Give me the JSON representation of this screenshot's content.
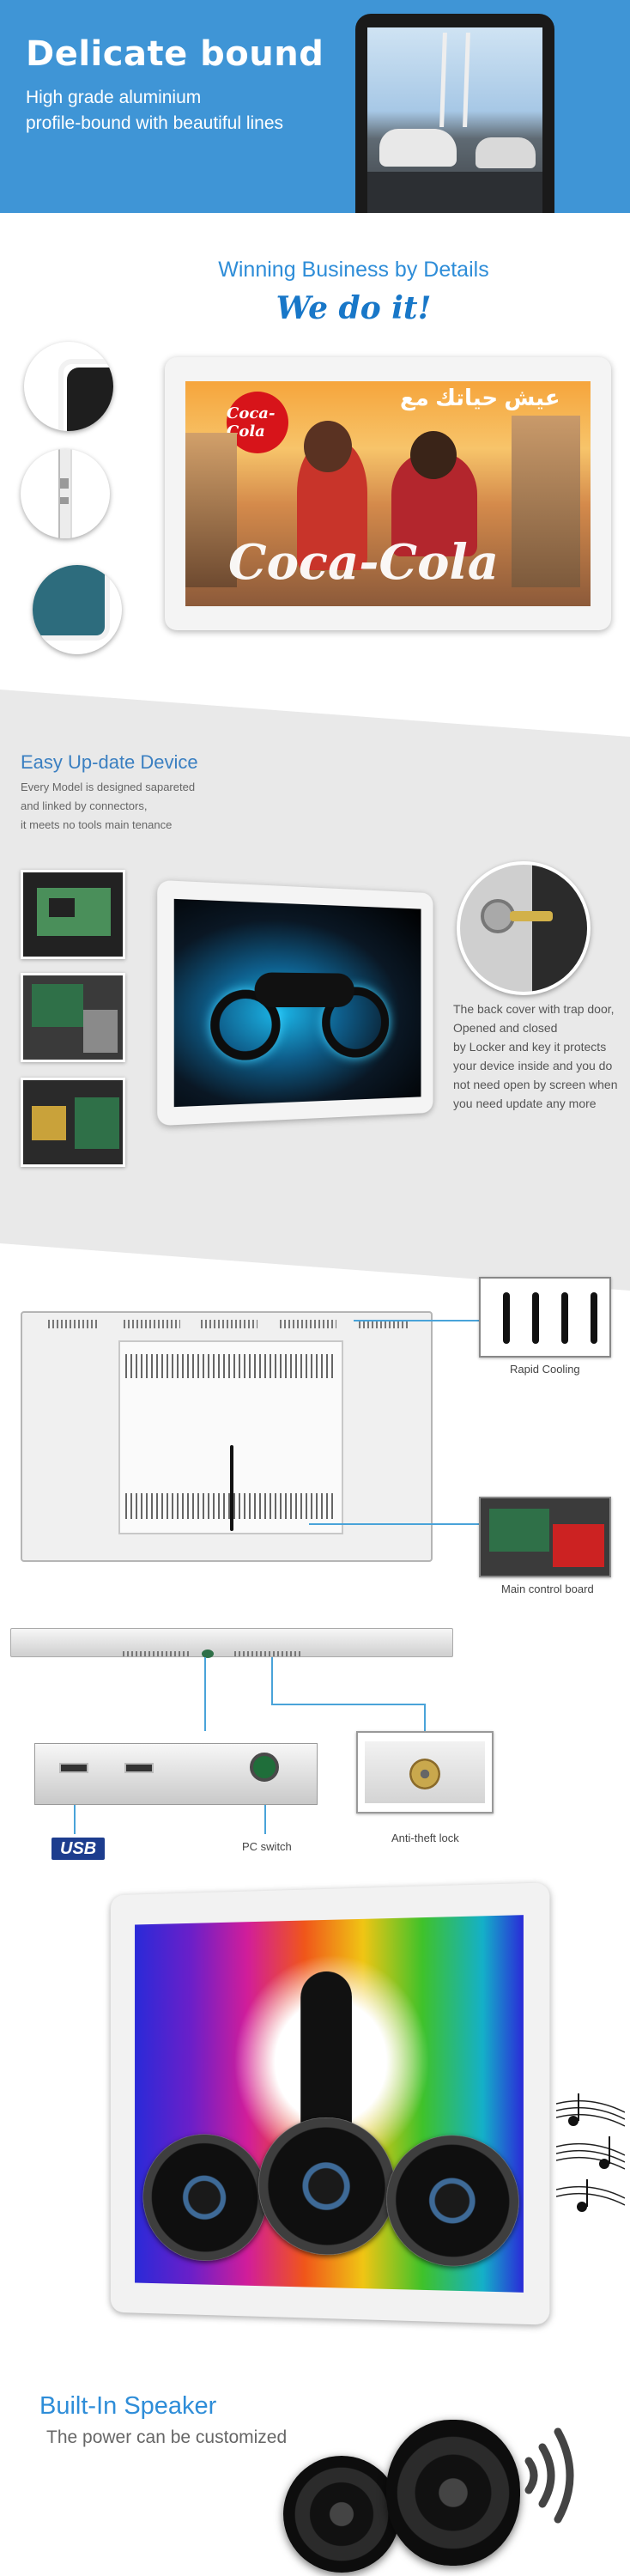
{
  "banner": {
    "title": "Delicate bound",
    "line1": "High grade aluminium",
    "line2": "profile-bound with beautiful lines"
  },
  "details": {
    "heading": "Winning Business by Details",
    "tagline": "We do it!",
    "ad_arabic": "عيش حياتك مع",
    "ad_logo": "Coca-Cola",
    "ad_big": "Coca-Cola"
  },
  "update": {
    "title": "Easy Up-date Device",
    "desc": [
      "Every Model is designed sapareted",
      "and linked by connectors,",
      "it meets no tools main tenance"
    ],
    "lock_desc": [
      "The back cover with trap door,",
      "Opened and closed",
      "by Locker and key it protects",
      "your device inside and you do",
      "not need open by screen when",
      "you need update any more"
    ]
  },
  "back_panel": {
    "rapid_cooling": "Rapid Cooling",
    "main_board": "Main control board"
  },
  "ports": {
    "usb_logo": "USB",
    "pc_switch": "PC switch",
    "anti_theft": "Anti-theft lock"
  },
  "speaker": {
    "title": "Built-In Speaker",
    "subtitle": "The power can be customized"
  },
  "colors": {
    "banner_bg": "#3f95d6",
    "accent_blue": "#2e8dd8",
    "grey_band": "#e9e9e9"
  }
}
